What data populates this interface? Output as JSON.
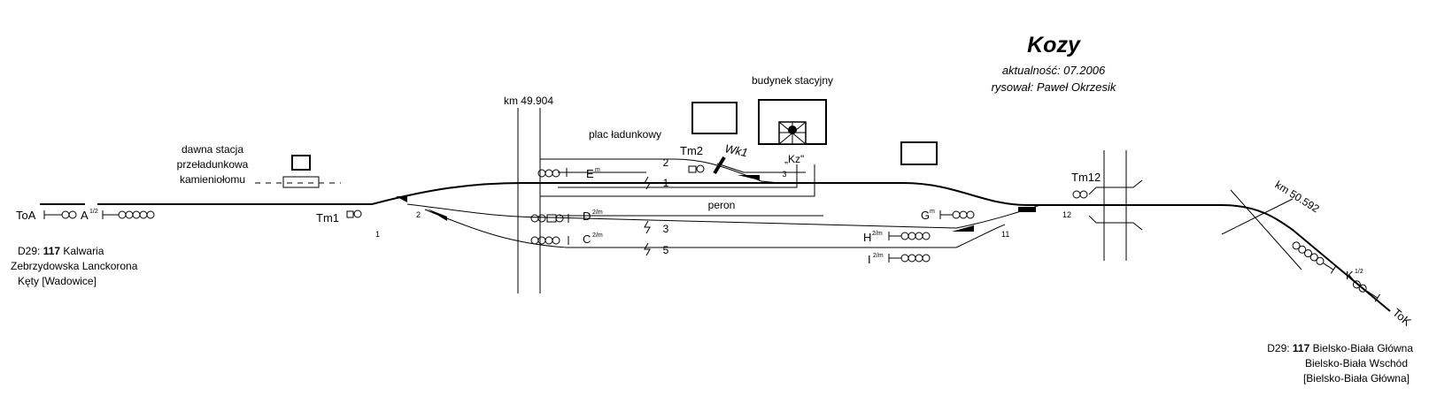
{
  "header": {
    "title": "Kozy",
    "updated": "aktualność: 07.2006",
    "author": "rysował: Paweł Okrzesik"
  },
  "places": {
    "old_station": [
      "dawna stacja",
      "przeładunkowa",
      "kamieniołomu"
    ],
    "loading_yard": "plac ładunkowy",
    "station_building": "budynek stacyjny",
    "platform": "peron"
  },
  "kilometers": {
    "west": "km 49.904",
    "east": "km 50.592"
  },
  "tracks": {
    "t1": "1",
    "t2": "2",
    "t3": "3",
    "t5": "5",
    "t3_kz": "3"
  },
  "switches": {
    "s1": "1",
    "s2": "2",
    "s11": "11",
    "s12": "12"
  },
  "signals": {
    "ToA": "ToA",
    "A_base": "A",
    "A_sup": "1/2",
    "Tm1": "Tm1",
    "E_base": "E",
    "E_sup": "m",
    "D_base": "D",
    "D_sup": "2/m",
    "C_base": "C",
    "C_sup": "2/m",
    "Tm2": "Tm2",
    "Wk1": "Wk1",
    "Kz": "„Kz\"",
    "Tm12": "Tm12",
    "G_base": "G",
    "G_sup": "m",
    "H_base": "H",
    "H_sup": "2/m",
    "I_base": "I",
    "I_sup": "2/m",
    "K_base": "K",
    "K_sup": "1/2",
    "ToK": "ToK"
  },
  "routes": {
    "west": {
      "prefix": "D29: ",
      "line": "117",
      "rest": " Kalwaria",
      "line2": "Zebrzydowska Lanckorona",
      "line3": "Kęty [Wadowice]"
    },
    "east": {
      "prefix": "D29: ",
      "line": "117",
      "rest": " Bielsko-Biała Główna",
      "line2": "Bielsko-Biała Wschód",
      "line3": "[Bielsko-Biała Główna]"
    }
  }
}
